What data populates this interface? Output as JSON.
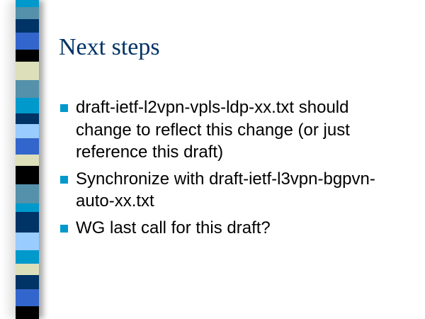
{
  "slide": {
    "title": "Next steps",
    "bullets": [
      "draft-ietf-l2vpn-vpls-ldp-xx.txt should change to reflect this change (or just reference this draft)",
      "Synchronize with draft-ietf-l3vpn-bgpvn-auto-xx.txt",
      "WG last call for this draft?"
    ],
    "colors": {
      "title": "#003366",
      "bullet": "#0099cc"
    }
  }
}
